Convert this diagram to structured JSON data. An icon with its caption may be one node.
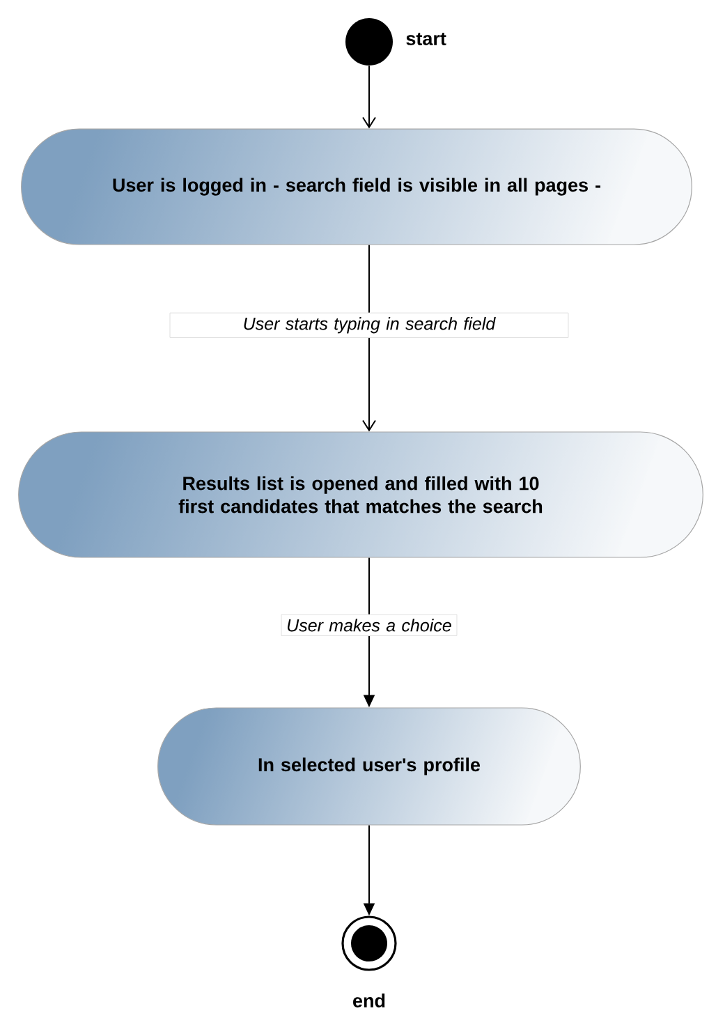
{
  "diagram": {
    "nodes": [
      {
        "text": [],
        "shape": "circle",
        "beside": [
          "start"
        ]
      },
      {
        "text": [
          "User is logged in - search field is visible in all pages -"
        ]
      },
      {
        "text": [
          "Results list is opened and filled with 10 first candidates that matches the search"
        ]
      },
      {
        "text": [
          "In selected user's profile"
        ]
      },
      {
        "text": [],
        "shape": "circle",
        "beside": [
          "end"
        ]
      }
    ],
    "edges": [
      {
        "from": 0,
        "to": 1,
        "arrow": "to"
      },
      {
        "from": 1,
        "to": 2,
        "arrow": "to",
        "label": "User starts typing in search field"
      },
      {
        "from": 2,
        "to": 3,
        "arrow": "to",
        "label": "User makes a choice"
      },
      {
        "from": 3,
        "to": 4,
        "arrow": "to"
      }
    ]
  }
}
